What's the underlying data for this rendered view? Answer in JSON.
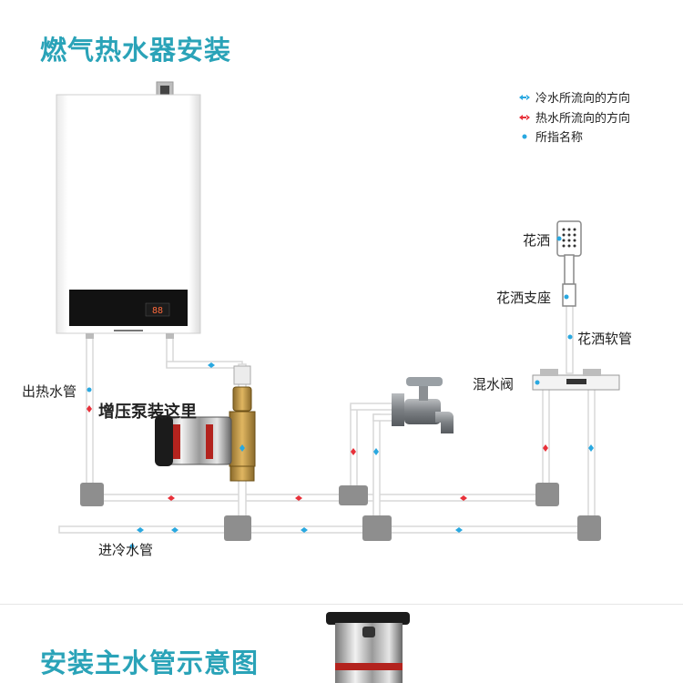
{
  "titles": {
    "main": "燃气热水器安装",
    "second": "安装主水管示意图"
  },
  "legend": [
    {
      "text": "冷水所流向的方向",
      "color": "#29a8e0",
      "symbol": "double-arrow"
    },
    {
      "text": "热水所流向的方向",
      "color": "#e8313a",
      "symbol": "double-arrow"
    },
    {
      "text": "所指名称",
      "color": "#29a8e0",
      "symbol": "dot"
    }
  ],
  "labels": {
    "hot_outlet_pipe": "出热水管",
    "pump_here": "增压泵装这里",
    "cold_inlet_pipe": "进冷水管",
    "shower": "花洒",
    "shower_holder": "花洒支座",
    "shower_hose": "花洒软管",
    "mixing_valve": "混水阀"
  },
  "colors": {
    "title": "#2aa3b8",
    "cold_flow": "#29a8e0",
    "hot_flow": "#e8313a",
    "pipe": "#dcdcdc",
    "fitting": "#8a8a8a"
  },
  "heater_display": "88"
}
